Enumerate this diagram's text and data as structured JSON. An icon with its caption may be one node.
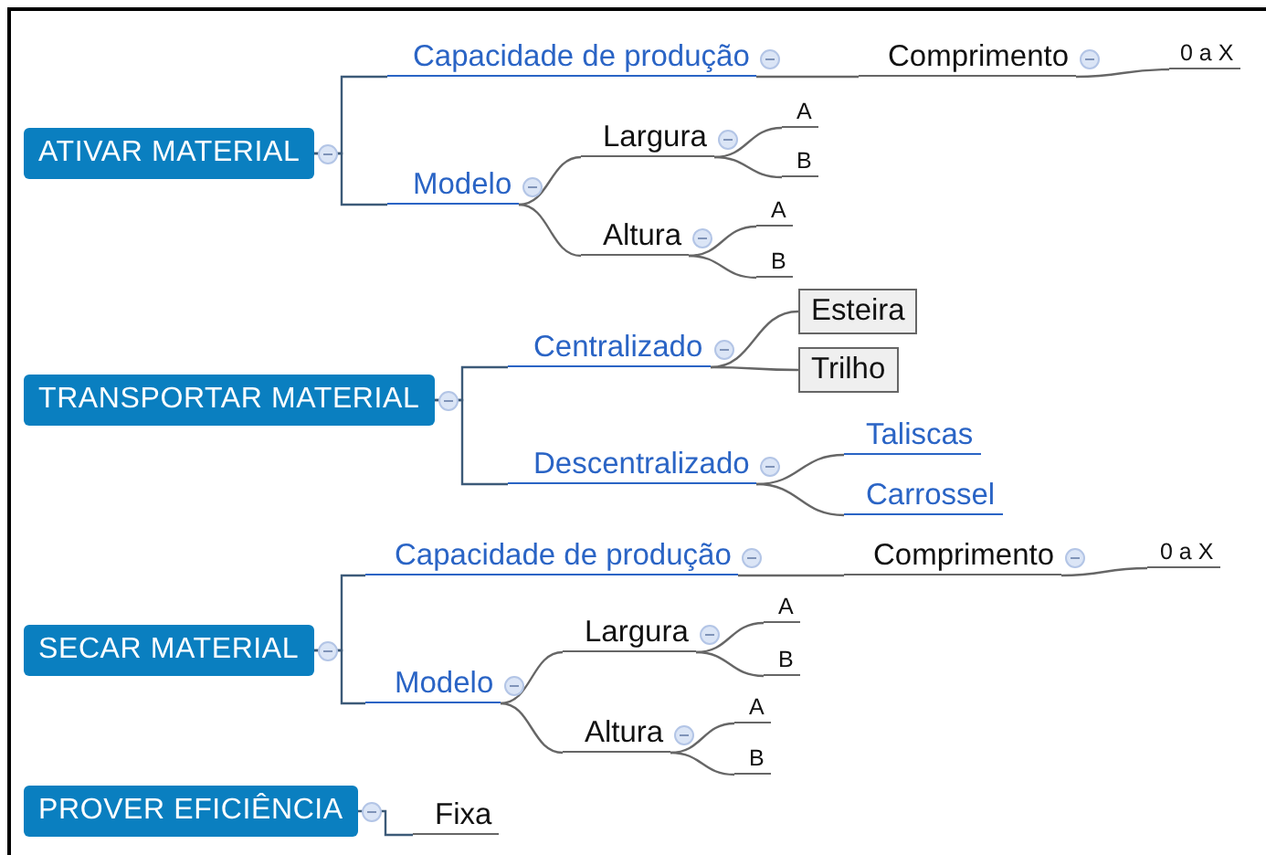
{
  "diagram": {
    "nodes": [
      {
        "text": [
          "ATIVAR MATERIAL"
        ]
      },
      {
        "text": [
          "Capacidade de produção"
        ]
      },
      {
        "text": [
          "Comprimento"
        ]
      },
      {
        "text": [
          "0 a X"
        ]
      },
      {
        "text": [
          "Modelo"
        ]
      },
      {
        "text": [
          "Largura"
        ]
      },
      {
        "text": [
          "A"
        ]
      },
      {
        "text": [
          "B"
        ]
      },
      {
        "text": [
          "Altura"
        ]
      },
      {
        "text": [
          "A"
        ]
      },
      {
        "text": [
          "B"
        ]
      },
      {
        "text": [
          "TRANSPORTAR MATERIAL"
        ]
      },
      {
        "text": [
          "Centralizado"
        ]
      },
      {
        "text": [
          "Esteira"
        ]
      },
      {
        "text": [
          "Trilho"
        ]
      },
      {
        "text": [
          "Descentralizado"
        ]
      },
      {
        "text": [
          "Taliscas"
        ]
      },
      {
        "text": [
          "Carrossel"
        ]
      },
      {
        "text": [
          "SECAR MATERIAL"
        ]
      },
      {
        "text": [
          "Capacidade de produção"
        ]
      },
      {
        "text": [
          "Comprimento"
        ]
      },
      {
        "text": [
          "0 a X"
        ]
      },
      {
        "text": [
          "Modelo"
        ]
      },
      {
        "text": [
          "Largura"
        ]
      },
      {
        "text": [
          "A"
        ]
      },
      {
        "text": [
          "B"
        ]
      },
      {
        "text": [
          "Altura"
        ]
      },
      {
        "text": [
          "A"
        ]
      },
      {
        "text": [
          "B"
        ]
      },
      {
        "text": [
          "PROVER EFICIÊNCIA"
        ]
      },
      {
        "text": [
          "Fixa"
        ]
      }
    ],
    "edges": [
      {
        "from": 0,
        "to": 1,
        "arrow": "none"
      },
      {
        "from": 1,
        "to": 2,
        "arrow": "none"
      },
      {
        "from": 2,
        "to": 3,
        "arrow": "none"
      },
      {
        "from": 0,
        "to": 4,
        "arrow": "none"
      },
      {
        "from": 4,
        "to": 5,
        "arrow": "none"
      },
      {
        "from": 5,
        "to": 6,
        "arrow": "none"
      },
      {
        "from": 5,
        "to": 7,
        "arrow": "none"
      },
      {
        "from": 4,
        "to": 8,
        "arrow": "none"
      },
      {
        "from": 8,
        "to": 9,
        "arrow": "none"
      },
      {
        "from": 8,
        "to": 10,
        "arrow": "none"
      },
      {
        "from": 11,
        "to": 12,
        "arrow": "none"
      },
      {
        "from": 12,
        "to": 13,
        "arrow": "none"
      },
      {
        "from": 12,
        "to": 14,
        "arrow": "none"
      },
      {
        "from": 11,
        "to": 15,
        "arrow": "none"
      },
      {
        "from": 15,
        "to": 16,
        "arrow": "none"
      },
      {
        "from": 15,
        "to": 17,
        "arrow": "none"
      },
      {
        "from": 18,
        "to": 19,
        "arrow": "none"
      },
      {
        "from": 19,
        "to": 20,
        "arrow": "none"
      },
      {
        "from": 20,
        "to": 21,
        "arrow": "none"
      },
      {
        "from": 18,
        "to": 22,
        "arrow": "none"
      },
      {
        "from": 22,
        "to": 23,
        "arrow": "none"
      },
      {
        "from": 23,
        "to": 24,
        "arrow": "none"
      },
      {
        "from": 23,
        "to": 25,
        "arrow": "none"
      },
      {
        "from": 22,
        "to": 26,
        "arrow": "none"
      },
      {
        "from": 26,
        "to": 27,
        "arrow": "none"
      },
      {
        "from": 26,
        "to": 28,
        "arrow": "none"
      },
      {
        "from": 29,
        "to": 30,
        "arrow": "none"
      }
    ]
  }
}
